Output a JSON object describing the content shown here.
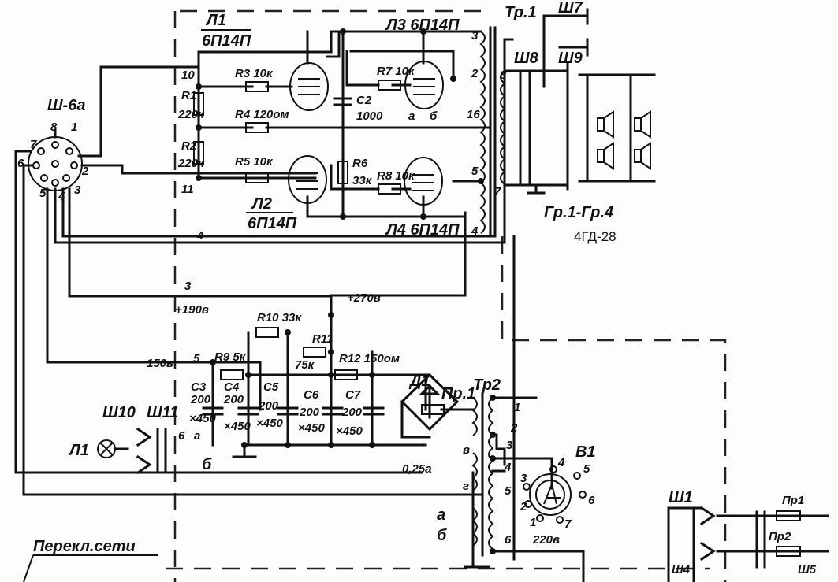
{
  "diagram": {
    "tubes": {
      "l1": {
        "name": "Л1",
        "type": "6П14П"
      },
      "l2": {
        "name": "Л2",
        "type": "6П14П"
      },
      "l3": {
        "name": "Л3 6П14П"
      },
      "l4": {
        "name": "Л4 6П14П"
      }
    },
    "connector": {
      "name": "Ш-6а",
      "pins": [
        "8",
        "1",
        "7",
        "6",
        "2",
        "5",
        "3",
        "4"
      ]
    },
    "resistors": {
      "r1": "R1",
      "r1v": "220к",
      "r2": "R2",
      "r2v": "220к",
      "r3": "R3 10к",
      "r4": "R4 120ом",
      "r5": "R5 10к",
      "r6": "R6",
      "r6v": "33к",
      "r7": "R7 10к",
      "r8": "R8 10к",
      "r9": "R9 5к",
      "r10": "R10 33к",
      "r11": "R11",
      "r11v": "75к",
      "r12": "R12 150ом"
    },
    "capacitors": {
      "c2": "C2",
      "c2v": "1000",
      "c3": "C3",
      "c3v": "200",
      "c3u": "×450",
      "c4": "C4",
      "c4v": "200",
      "c4u": "×450",
      "c5": "C5",
      "c5v": "200",
      "c5u": "×450",
      "c6": "C6",
      "c6v": "200",
      "c6u": "×450",
      "c7": "C7",
      "c7v": "200",
      "c7u": "×450"
    },
    "transformers": {
      "tr1": "Тр.1",
      "tr2": "Тр2"
    },
    "sockets": {
      "sh1": "Ш1",
      "sh4": "Ш4",
      "sh5": "Ш5",
      "sh7": "Ш7",
      "sh8": "Ш8",
      "sh9": "Ш9",
      "sh10": "Ш10",
      "sh11": "Ш11"
    },
    "speakers": {
      "label": "Гр.1-Гр.4",
      "model": "4ГД-28"
    },
    "voltages": {
      "v190": "+190в",
      "v270": "+270в",
      "v150": "150в",
      "v220": "220в"
    },
    "misc": {
      "d1": "Д1",
      "fuse": "Пр.1",
      "fuse_rating": "0,25а",
      "switch": "В1",
      "lamp": "Л1",
      "mains_switch": "Перекл.сети",
      "pr1": "Пр1",
      "pr2": "Пр2"
    },
    "nodes": {
      "n10": "10",
      "n11": "11",
      "n3a": "3",
      "n2a": "2",
      "n16": "16",
      "n5": "5",
      "n4": "4",
      "n8": "8",
      "n7": "7",
      "w4": "4",
      "w3": "3",
      "w5": "5",
      "a": "а",
      "b": "б",
      "v": "в",
      "g": "г",
      "t1": "1",
      "t2": "2",
      "t3": "3",
      "t4": "4",
      "t5": "5",
      "t6": "6",
      "s4": "4",
      "s5": "5",
      "s6": "6",
      "s3": "3",
      "s2": "2",
      "s1": "1",
      "s7": "7"
    }
  }
}
